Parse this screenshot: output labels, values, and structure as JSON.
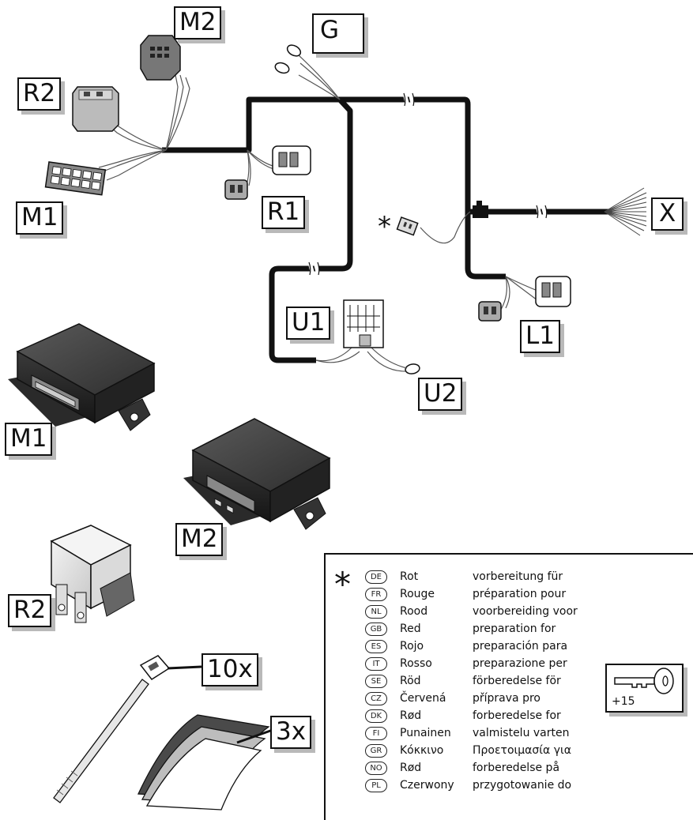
{
  "labels": {
    "m2_top": "M2",
    "g_ground": "G",
    "r2_top": "R2",
    "m1_top": "M1",
    "r1": "R1",
    "x": "X",
    "star_marker": "*",
    "u1": "U1",
    "l1": "L1",
    "u2": "U2",
    "m1_module": "M1",
    "m2_module": "M2",
    "r2_relay": "R2",
    "qty_ties": "10x",
    "qty_pads": "3x"
  },
  "legend": {
    "star": "*",
    "rows": [
      {
        "code": "DE",
        "color": "Rot",
        "prep": "vorbereitung für"
      },
      {
        "code": "FR",
        "color": "Rouge",
        "prep": "préparation pour"
      },
      {
        "code": "NL",
        "color": "Rood",
        "prep": "voorbereiding voor"
      },
      {
        "code": "GB",
        "color": "Red",
        "prep": "preparation for"
      },
      {
        "code": "ES",
        "color": "Rojo",
        "prep": "preparación para"
      },
      {
        "code": "IT",
        "color": "Rosso",
        "prep": "preparazione per"
      },
      {
        "code": "SE",
        "color": "Röd",
        "prep": "förberedelse för"
      },
      {
        "code": "CZ",
        "color": "Červená",
        "prep": "příprava pro"
      },
      {
        "code": "DK",
        "color": "Rød",
        "prep": "forberedelse for"
      },
      {
        "code": "FI",
        "color": "Punainen",
        "prep": "valmistelu varten"
      },
      {
        "code": "GR",
        "color": "Κόκκινο",
        "prep": "Προετοιμασία για"
      },
      {
        "code": "NO",
        "color": "Rød",
        "prep": "forberedelse på"
      },
      {
        "code": "PL",
        "color": "Czerwony",
        "prep": "przygotowanie do"
      }
    ],
    "key_box": {
      "text": "+15",
      "icon": "key-icon"
    }
  }
}
